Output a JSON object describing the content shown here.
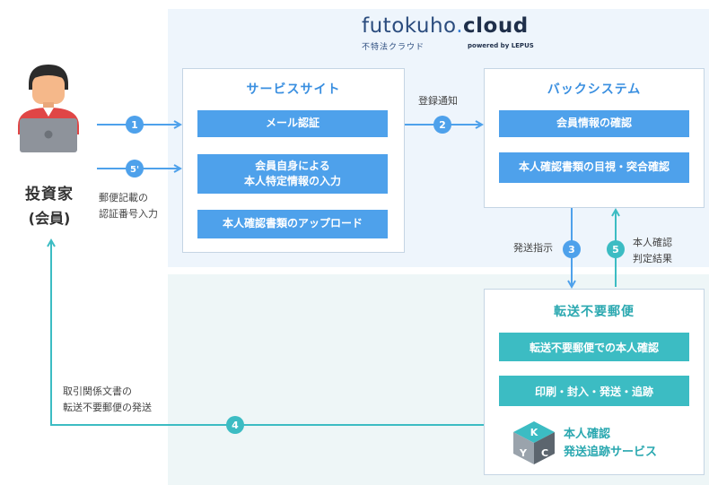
{
  "logo": {
    "brand_main": "futokuho",
    "brand_dot": ".",
    "brand_cloud": "cloud",
    "subtitle": "不特法クラウド",
    "powered": "powered by LEPUS"
  },
  "investor": {
    "name": "投資家",
    "sub": "(会員)"
  },
  "service_site": {
    "title": "サービスサイト",
    "items": [
      "メール認証",
      "会員自身による\n本人特定情報の入力",
      "本人確認書類のアップロード"
    ]
  },
  "back_system": {
    "title": "バックシステム",
    "items": [
      "会員情報の確認",
      "本人確認書類の目視・突合確認"
    ]
  },
  "transfer": {
    "title": "転送不要郵便",
    "items": [
      "転送不要郵便での本人確認",
      "印刷・封入・発送・追跡"
    ],
    "kyc_line1": "本人確認",
    "kyc_line2": "発送追跡サービス",
    "kyc_letters": [
      "K",
      "Y",
      "C"
    ]
  },
  "steps": {
    "s1": "1",
    "s5p": "5'",
    "s2": "2",
    "s3": "3",
    "s4": "4",
    "s5": "5"
  },
  "labels": {
    "registration_notice": "登録通知",
    "postal_code_input": "郵便記載の\n認証番号入力",
    "send_instruction": "発送指示",
    "verification_result": "本人確認\n判定結果",
    "transaction_docs": "取引関係文書の\n転送不要郵便の発送"
  },
  "colors": {
    "blue": "#4ea1eb",
    "teal": "#3cbcc3",
    "bg_top": "#eef5fc",
    "bg_bottom": "#eef6f7"
  }
}
